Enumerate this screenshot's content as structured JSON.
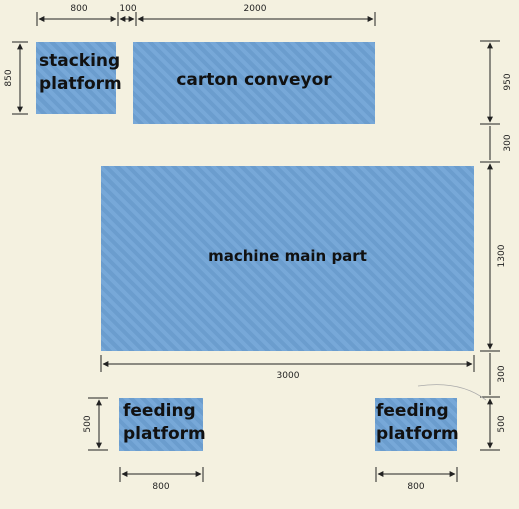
{
  "blocks": {
    "stacking_platform": "stacking\nplatform",
    "carton_conveyor": "carton conveyor",
    "machine_main_part": "machine main part",
    "feeding_platform_left": "feeding\nplatform",
    "feeding_platform_right": "feeding\nplatform"
  },
  "dimensions": {
    "top_800": "800",
    "top_100": "100",
    "top_2000": "2000",
    "left_850": "850",
    "right_950": "950",
    "right_300_upper": "300",
    "right_1300": "1300",
    "right_300_lower": "300",
    "right_500": "500",
    "bottom_3000": "3000",
    "left_500": "500",
    "bottom_800_left": "800",
    "bottom_800_right": "800"
  },
  "colors": {
    "block_fill": "#6fa3d6",
    "background": "#f4f1e0",
    "dimension_line": "#222222"
  }
}
